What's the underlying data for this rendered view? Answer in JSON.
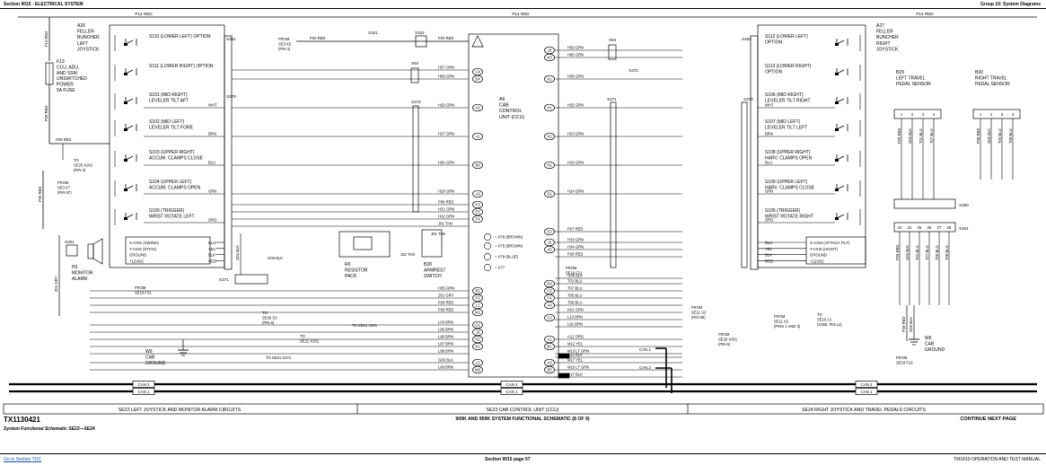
{
  "header": {
    "left": "Section 9015 - ELECTRICAL SYSTEM",
    "right": "Group 10: System Diagrams"
  },
  "footer": {
    "left_link": "Go to Section TOC",
    "center": "Section 9015 page 57",
    "right": "TM1810-OPERATION AND TEST MANUAL"
  },
  "figure": {
    "id": "TX1130421",
    "caption": "System Functional Schematic SE22—SE24",
    "sheet_title": "909K AND 959K SYSTEM FUNCTIONAL SCHEMATIC (8 OF 9)",
    "continue": "CONTINUE NEXT PAGE"
  },
  "title_blocks": {
    "left": "SE22 LEFT JOYSTICK AND MONITOR ALARM CIRCUITS",
    "center": "SE23 CAB CONTROL UNIT (CCU)",
    "right": "SE24 RIGHT JOYSTICK AND TRAVEL PEDALS CIRCUITS"
  },
  "buses": {
    "p14": "P14 RED",
    "can2": "CAN 2",
    "can1": "CAN 1"
  },
  "left": {
    "a26": [
      "A26",
      "FELLER",
      "BUNCHER",
      "LEFT",
      "JOYSTICK"
    ],
    "f13": [
      "F13",
      "CCU, ADU,",
      "AND SSM",
      "UNSWITCHED",
      "POWER",
      "5A FUSE"
    ],
    "fuse_wires": [
      "F14 RED",
      "P28 RED"
    ],
    "p28_label": "P28 RED",
    "to_se20": [
      "TO",
      "SE20 X201",
      "(PIN 3)"
    ],
    "from_se3": [
      "FROM",
      "SE3 K7",
      "(PIN 87)"
    ],
    "p25_label": "P25 RED",
    "x201": "X201",
    "h3": [
      "H3",
      "MONITOR",
      "ALARM"
    ],
    "z01_label": "Z01 GRY",
    "switch_labels": [
      [
        "S110 (LOWER LEFT) OPTION"
      ],
      [
        "S111 (LOWER RIGHT) OPTION"
      ],
      [
        "S101 (MID RIGHT)",
        "LEVELER TILT AFT"
      ],
      [
        "S102 (MID LEFT)",
        "LEVELER TILT FORE"
      ],
      [
        "S103 (UPPER RIGHT)",
        "ACCUM. CLAMPS CLOSE"
      ],
      [
        "S104 (UPPER LEFT)",
        "ACCUM. CLAMPS OPEN"
      ],
      [
        "S100 (TRIGGER)",
        "WRIST ROTATE LEFT"
      ]
    ],
    "pin_colors": [
      "WHT",
      "BRN",
      "BLU",
      "GRN",
      "ORG",
      "RED",
      "BLK"
    ],
    "axes": [
      "X-AXIS (SWING)",
      "Y-AXIS (STICK)",
      "GROUND",
      "+12VDC"
    ],
    "axis_colors": [
      "BLU",
      "YEL",
      "BLK",
      "RED"
    ],
    "x461": "X461",
    "x279": "X279",
    "x271": "X271",
    "g06_vert": "G06 BLK",
    "w6": [
      "W6",
      "CAB",
      "GROUND"
    ],
    "g06_label": "G06 BLK"
  },
  "middle": {
    "from_se3_k5": [
      "FROM",
      "SE3 K5",
      "(PIN 4)"
    ],
    "x321": "X321",
    "x322": "X322",
    "x461_label": "X461",
    "x64_left": "X64",
    "x272": "X272",
    "r6": [
      "R6",
      "RESISTOR",
      "PACK"
    ],
    "b28": [
      "B28",
      "ARMREST",
      "SWITCH"
    ],
    "j01_tan": "J01 TAN",
    "j02_tan": "J02 TAN",
    "a6": [
      "A6",
      "CAB",
      "CONTROL",
      "UNIT (CCU)"
    ],
    "legend": [
      "= X76 (BROWN)",
      "= X75 (BROWN)",
      "= X78 (BLUE)",
      "= X77"
    ],
    "left_wires": [
      "P20 RED",
      "P20 RED",
      "H57 GRN",
      "H58 GRN",
      "H29 GRN",
      "H27 GRN",
      "H30 GRN",
      "H28 GRN",
      "P06 RED",
      "H31 GRN",
      "H32 GRN",
      "J01 TAN",
      "H35 GRN",
      "Z01 GRY",
      "P28 RED",
      "P28 RED",
      "L03 BRN",
      "L85 BRN",
      "L86 BRN",
      "L87 BRN",
      "L88 BRN",
      "G06 BLK",
      "L89 BRN"
    ],
    "ccu_left_pins": [
      "C4",
      "D4",
      "A2",
      "A1",
      "B3",
      "A3",
      "F3",
      "E3",
      "F4",
      "B2",
      "F3",
      "L1",
      "M1",
      "G1",
      "J3",
      "H2",
      "K1",
      "L2",
      "M2"
    ],
    "ccu_right_pins": [
      "J3",
      "K3",
      "K1",
      "H1",
      "K2",
      "H2",
      "G1",
      "E3",
      "J2",
      "A5",
      "D3",
      "C3",
      "F4",
      "A4",
      "C2",
      "A1",
      "B1",
      "A3",
      "B3"
    ],
    "se26": [
      "TO",
      "SE26 S3",
      "(PIN 8)"
    ],
    "se21_x201_a": "TO SE21 X201",
    "se21_x201_b": [
      "TO",
      "SE21 X201"
    ],
    "se21_x272": "TO SE21 X272",
    "from_se19": [
      "FROM",
      "SE19 F21"
    ],
    "right_wires": [
      "H59 GRN",
      "H60 GRN",
      "H36 GRN",
      "H25 GRN",
      "H23 GRN",
      "H26 GRN",
      "H24 GRN",
      "P07 RED",
      "H33 GRN",
      "H34 GRN",
      "P28 RED",
      "G06 BLK",
      "T01 BLU",
      "T07 BLU",
      "T05 BLU",
      "T08 BLU",
      "K01 GRN",
      "L13 BRN",
      "L91 BRN",
      "A12 ORG",
      "M12 YEL",
      "M13 LT GRN",
      "R12 BLK",
      "M17 YEL",
      "M10 LT GRN",
      "R17 BLK"
    ],
    "x64_right": "X64",
    "x272_right": "X272",
    "x271_right": "X271",
    "x273": "X273",
    "x462": "X462",
    "can_labels": [
      "CAN 1",
      "CAN 2"
    ],
    "from_se19_r": [
      "FROM",
      "SE19 F21"
    ],
    "from_se11": [
      "FROM",
      "SE11 K2",
      "(PINS 1 AND 3)"
    ],
    "from_se11_s2": [
      "FROM",
      "SE11 S2",
      "(PIN 86)"
    ],
    "from_se20": [
      "FROM",
      "SE20 X301",
      "(PIN 6)"
    ],
    "to_se10": [
      "TO",
      "SE10 A1",
      "(X365, PIN L4)"
    ]
  },
  "right": {
    "a27": [
      "A27",
      "FELLER",
      "BUNCHER",
      "RIGHT",
      "JOYSTICK"
    ],
    "switch_labels": [
      [
        "S112 (LOWER LEFT)",
        "OPTION"
      ],
      [
        "S113 (LOWER RIGHT)",
        "OPTION"
      ],
      [
        "S106 (MID RIGHT)",
        "LEVELER TILT RIGHT"
      ],
      [
        "S107 (MID LEFT)",
        "LEVELER TILT LEFT"
      ],
      [
        "S108 (UPPER RIGHT)",
        "HARV. CLAMPS OPEN"
      ],
      [
        "S109 (UPPER LEFT)",
        "HARV. CLAMPS CLOSE"
      ],
      [
        "S105 (TRIGGER)",
        "WRIST ROTATE RIGHT"
      ]
    ],
    "pin_colors": [
      "WHT",
      "BRN",
      "BLU",
      "GRN",
      "ORG",
      "RED",
      "BLK"
    ],
    "axes": [
      "X-AXIS (ATTACH TILT)",
      "Y-AXIS (HOIST)",
      "GROUND",
      "+12VDC"
    ],
    "axis_colors": [
      "BLU",
      "YEL",
      "BLK",
      "RED"
    ],
    "b29": [
      "B29",
      "LEFT TRAVEL",
      "PEDAL SENSOR"
    ],
    "b30": [
      "B30",
      "RIGHT TRAVEL",
      "PEDAL SENSOR"
    ],
    "b29_wires": [
      "P29 RED",
      "G06 BLK",
      "T01 BLU",
      "T07 BLU"
    ],
    "b30_wires": [
      "P28 RED",
      "G06 BLK",
      "T05 BLU",
      "T08 BLU"
    ],
    "x280": "X280",
    "x201": "X201",
    "x201_pins": [
      "23",
      "24",
      "25",
      "26",
      "27",
      "28"
    ],
    "x201_wires": [
      "P29 RED",
      "G06 BLK",
      "T01 BLU",
      "T07 BLU",
      "T05 BLU",
      "T08 BLU"
    ],
    "w6": [
      "W6",
      "CAB",
      "GROUND"
    ],
    "from_se19": [
      "FROM",
      "SE19 F22"
    ],
    "p28_vert": "P28 RED",
    "g06_vert": "G06 BLK"
  }
}
